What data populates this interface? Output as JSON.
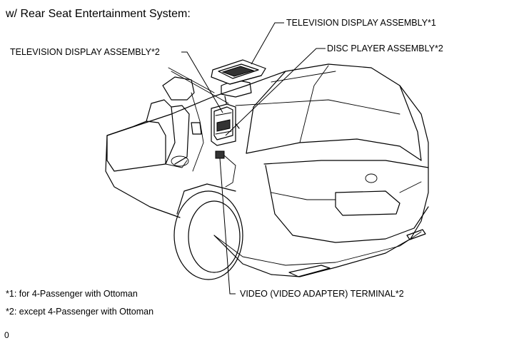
{
  "title": "w/ Rear Seat Entertainment System:",
  "callouts": {
    "tv_display_1": "TELEVISION DISPLAY ASSEMBLY*1",
    "tv_display_2": "TELEVISION DISPLAY ASSEMBLY*2",
    "disc_player_2": "DISC PLAYER ASSEMBLY*2",
    "video_terminal_2": "VIDEO (VIDEO ADAPTER) TERMINAL*2"
  },
  "notes": {
    "note1": "*1: for 4-Passenger with Ottoman",
    "note2": "*2: except 4-Passenger with Ottoman"
  },
  "code": "0"
}
